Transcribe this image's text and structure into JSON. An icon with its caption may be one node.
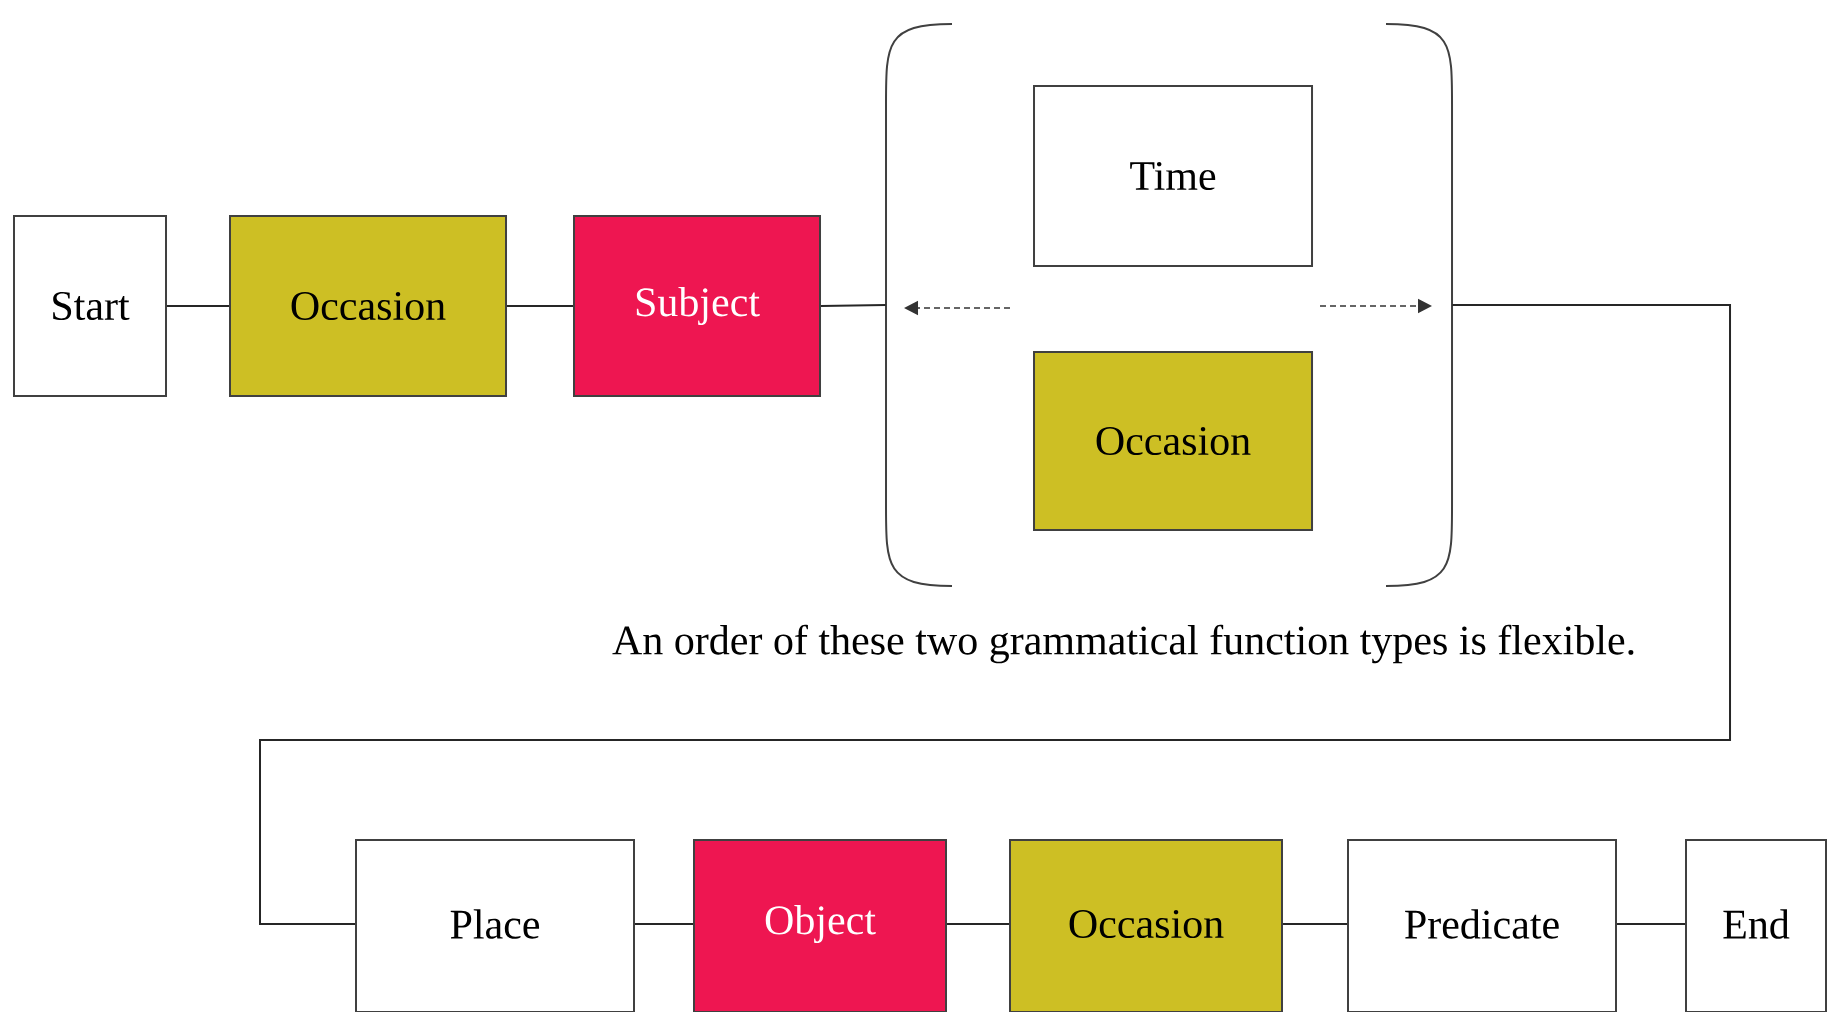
{
  "diagram": {
    "nodes": [
      {
        "text": [
          "Start"
        ]
      },
      {
        "text": [
          "Occasion"
        ]
      },
      {
        "text": [
          "Subject"
        ]
      },
      {
        "text": [],
        "shape": "bracket",
        "beside": [
          "An order of these two grammatical function types is flexible."
        ]
      },
      {
        "text": [
          "Time"
        ],
        "in": 3
      },
      {
        "text": [
          "Occasion"
        ],
        "in": 3
      },
      {
        "text": [
          "Place"
        ]
      },
      {
        "text": [
          "Object"
        ]
      },
      {
        "text": [
          "Occasion"
        ]
      },
      {
        "text": [
          "Predicate"
        ]
      },
      {
        "text": [
          "End"
        ]
      }
    ],
    "edges": [
      {
        "from": 0,
        "to": 1,
        "arrow": "none"
      },
      {
        "from": 1,
        "to": 2,
        "arrow": "none"
      },
      {
        "from": 2,
        "to": 3,
        "arrow": "none"
      },
      {
        "from": 3,
        "to": 6,
        "arrow": "none"
      },
      {
        "from": 6,
        "to": 7,
        "arrow": "none"
      },
      {
        "from": 7,
        "to": 8,
        "arrow": "none"
      },
      {
        "from": 8,
        "to": 9,
        "arrow": "none"
      },
      {
        "from": 9,
        "to": 10,
        "arrow": "none"
      }
    ]
  }
}
